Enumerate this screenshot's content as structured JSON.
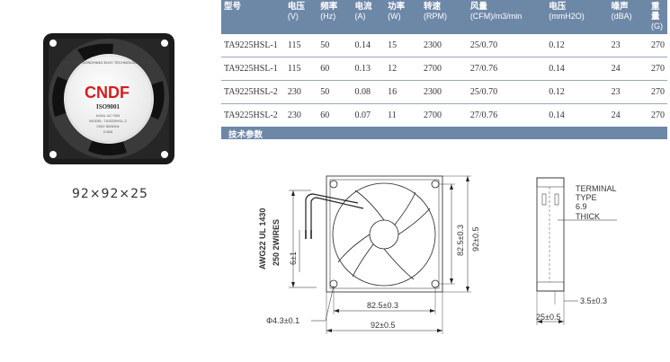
{
  "product": {
    "size": "92×92×25",
    "brand": "CNDF",
    "ring_text": "ZHEJIANG DONGFANG ELEC TECHNOLOGY CO.,LTD",
    "cert": "ISO9001",
    "label_lines": [
      "AXIAL AC FAN",
      "MODEL: TA9225HSL-2",
      "230V 50/60Hz",
      "0.08A"
    ]
  },
  "table": {
    "headers": [
      {
        "name": "型号",
        "unit": ""
      },
      {
        "name": "电压",
        "unit": "(V)"
      },
      {
        "name": "频率",
        "unit": "(Hz)"
      },
      {
        "name": "电流",
        "unit": "(A)"
      },
      {
        "name": "功率",
        "unit": "(W)"
      },
      {
        "name": "转速",
        "unit": "(RPM)"
      },
      {
        "name": "风量",
        "unit": "(CFM)/m3/min"
      },
      {
        "name": "电压",
        "unit": "(mmH2O)"
      },
      {
        "name": "噪声",
        "unit": "(dBA)"
      },
      {
        "name": "重量",
        "unit": "(G)"
      }
    ],
    "rows": [
      [
        "TA9225HSL-1",
        "115",
        "50",
        "0.14",
        "15",
        "2300",
        "25/0.70",
        "0.12",
        "23",
        "270"
      ],
      [
        "TA9225HSL-1",
        "115",
        "60",
        "0.13",
        "12",
        "2700",
        "27/0.76",
        "0.14",
        "24",
        "270"
      ],
      [
        "TA9225HSL-2",
        "230",
        "50",
        "0.08",
        "16",
        "2300",
        "25/0.70",
        "0.12",
        "23",
        "270"
      ],
      [
        "TA9225HSL-2",
        "230",
        "60",
        "0.07",
        "11",
        "2700",
        "27/0.76",
        "0.14",
        "24",
        "270"
      ]
    ]
  },
  "section": {
    "title": "技术参数"
  },
  "drawing": {
    "wire_label": "AWG22 UL 1430",
    "wire_length": "250 2WIRES",
    "wire_end": "6±1",
    "dim_825_v": "82.5±0.3",
    "dim_92_v": "92±0.5",
    "dim_825_h": "82.5±0.3",
    "dim_92_h": "92±0.5",
    "hole": "Φ4.3±0.1",
    "terminal_lines": [
      "TERMINAL",
      "TYPE",
      "6.9",
      "THICK"
    ],
    "flange": "3.5±0.3",
    "depth": "25±0.5"
  }
}
